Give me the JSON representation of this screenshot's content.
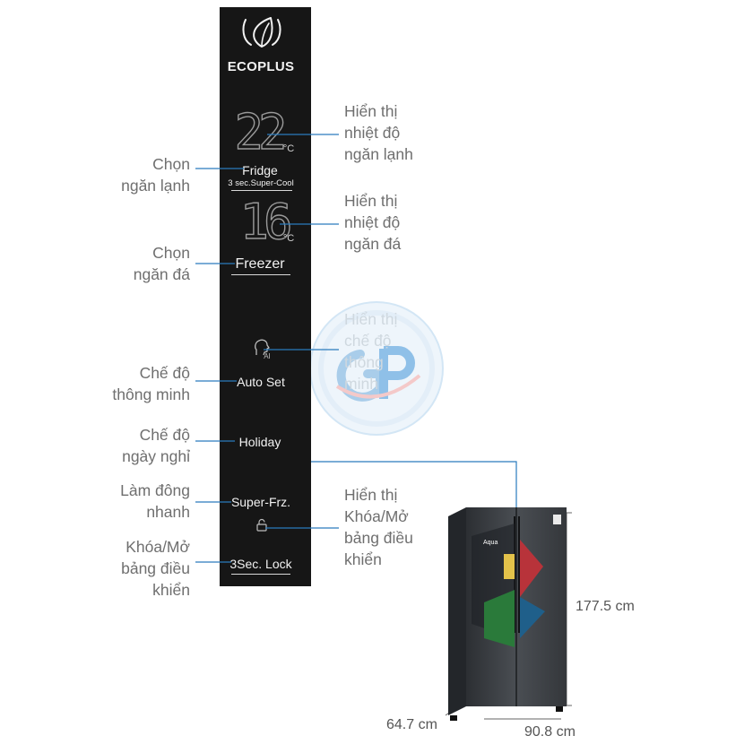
{
  "panel": {
    "brand": "ECOPLUS",
    "fridge_temp": "22",
    "fridge_unit": "°C",
    "fridge_label": "Fridge",
    "fridge_sub": "3 sec.Super-Cool",
    "freezer_temp": "16",
    "freezer_unit": "°C",
    "freezer_label": "Freezer",
    "ai_text": "AI",
    "autoset_label": "Auto Set",
    "holiday_label": "Holiday",
    "superfrz_label": "Super-Frz.",
    "lock_label": "3Sec. Lock"
  },
  "labels_left": {
    "fridge_select": [
      "Chọn",
      "ngăn lạnh"
    ],
    "freezer_select": [
      "Chọn",
      "ngăn đá"
    ],
    "smart_mode": [
      "Chế độ",
      "thông minh"
    ],
    "holiday_mode": [
      "Chế độ",
      "ngày nghỉ"
    ],
    "quick_freeze": [
      "Làm đông",
      "nhanh"
    ],
    "lock_unlock": [
      "Khóa/Mở",
      "bảng điều",
      "khiển"
    ]
  },
  "labels_right": {
    "fridge_temp_display": [
      "Hiển thị",
      "nhiệt độ",
      "ngăn lạnh"
    ],
    "freezer_temp_display": [
      "Hiển thị",
      "nhiệt độ",
      "ngăn đá"
    ],
    "smart_display": [
      "Hiển thị",
      "chế độ",
      "thông",
      "minh"
    ],
    "lock_display": [
      "Hiển thị",
      "Khóa/Mở",
      "bảng điều",
      "khiển"
    ]
  },
  "fridge_image": {
    "brand_badge": "Aqua",
    "height": "177.5 cm",
    "depth": "64.7 cm",
    "width": "90.8 cm"
  },
  "colors": {
    "panel_bg": "#161616",
    "label_text": "#6f6f6f",
    "leader_line": "#2a7bbd",
    "fridge_body": "#3b3e42"
  },
  "icons": [
    "leaf-icon",
    "ai-face-icon",
    "lock-icon",
    "watermark-logo"
  ]
}
